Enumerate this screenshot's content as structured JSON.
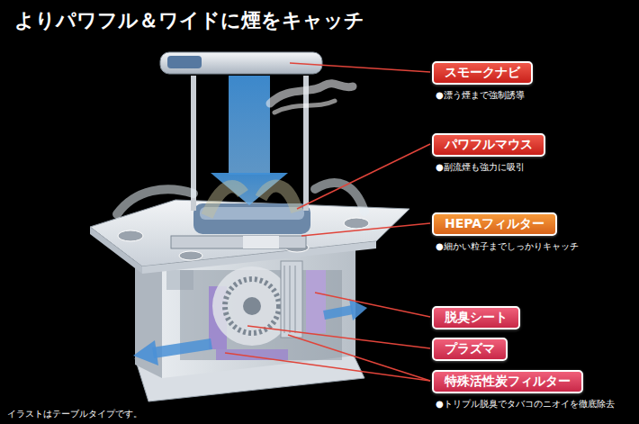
{
  "diagram": {
    "title": "よりパワフル＆ワイドに煙をキャッチ",
    "caption": "イラストはテーブルタイプです。",
    "nodes": [
      {
        "text": [
          "スモークナビ",
          "●漂う煙まで強制誘導"
        ]
      },
      {
        "text": [
          "パワフルマウス",
          "●副流煙も強力に吸引"
        ]
      },
      {
        "text": [
          "HEPAフィルター",
          "●細かい粒子までしっかりキャッチ"
        ]
      },
      {
        "text": [
          "脱臭シート"
        ]
      },
      {
        "text": [
          "プラズマ"
        ]
      },
      {
        "text": [
          "特殊活性炭フィルター",
          "●トリプル脱臭でタバコのニオイを徹底除去"
        ]
      }
    ]
  }
}
